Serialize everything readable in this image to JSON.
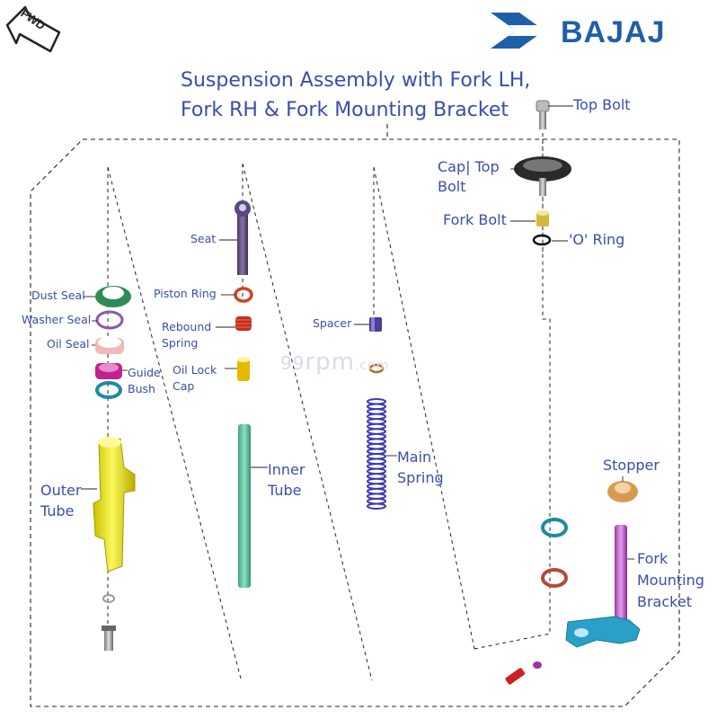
{
  "title": {
    "line1": "Suspension Assembly with Fork LH,",
    "line2": "Fork RH & Fork Mounting Bracket"
  },
  "brand": {
    "name": "BAJAJ",
    "color": "#1f5fa8",
    "logo_icon": "bajaj-emblem-icon"
  },
  "direction_badge": {
    "text": "FWD",
    "icon": "forward-arrow-icon"
  },
  "watermark": {
    "prefix": "99",
    "main": "rpm",
    "suffix": ".com"
  },
  "label_color": "#3a4ea8",
  "parts": {
    "top_bolt": "Top Bolt",
    "cap_top_bolt": "Cap| Top\nBolt",
    "fork_bolt": "Fork Bolt",
    "o_ring": "'O' Ring",
    "seat": "Seat",
    "piston_ring": "Piston Ring",
    "rebound_spring": "Rebound\nSpring",
    "oil_lock_cap": "Oil Lock\nCap",
    "inner_tube": "Inner\nTube",
    "dust_seal": "Dust Seal",
    "washer_seal": "Washer Seal",
    "oil_seal": "Oil Seal",
    "guide_bush": "Guide\nBush",
    "outer_tube": "Outer\nTube",
    "spacer": "Spacer",
    "main_spring": "Main\nSpring",
    "stopper": "Stopper",
    "fork_mounting_bracket": "Fork\nMounting\nBracket"
  }
}
